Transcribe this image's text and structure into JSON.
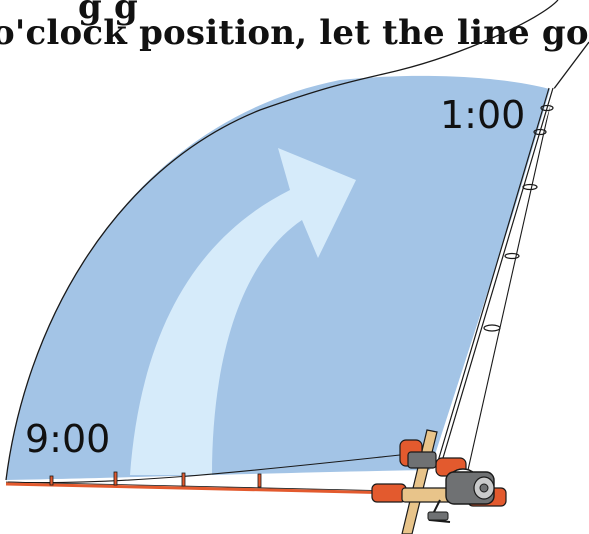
{
  "caption": {
    "line1": "g                           g",
    "line2": "o'clock position, let the line go."
  },
  "labels": {
    "start": "9:00",
    "end": "1:00"
  },
  "colors": {
    "arc_fill": "#a3c4e6",
    "arrow_fill": "#d6ebfa",
    "rod_color": "#e35a2e",
    "cork_color": "#e8c48a",
    "reel_color": "#6f7173",
    "line_color": "#1a1a1a"
  }
}
